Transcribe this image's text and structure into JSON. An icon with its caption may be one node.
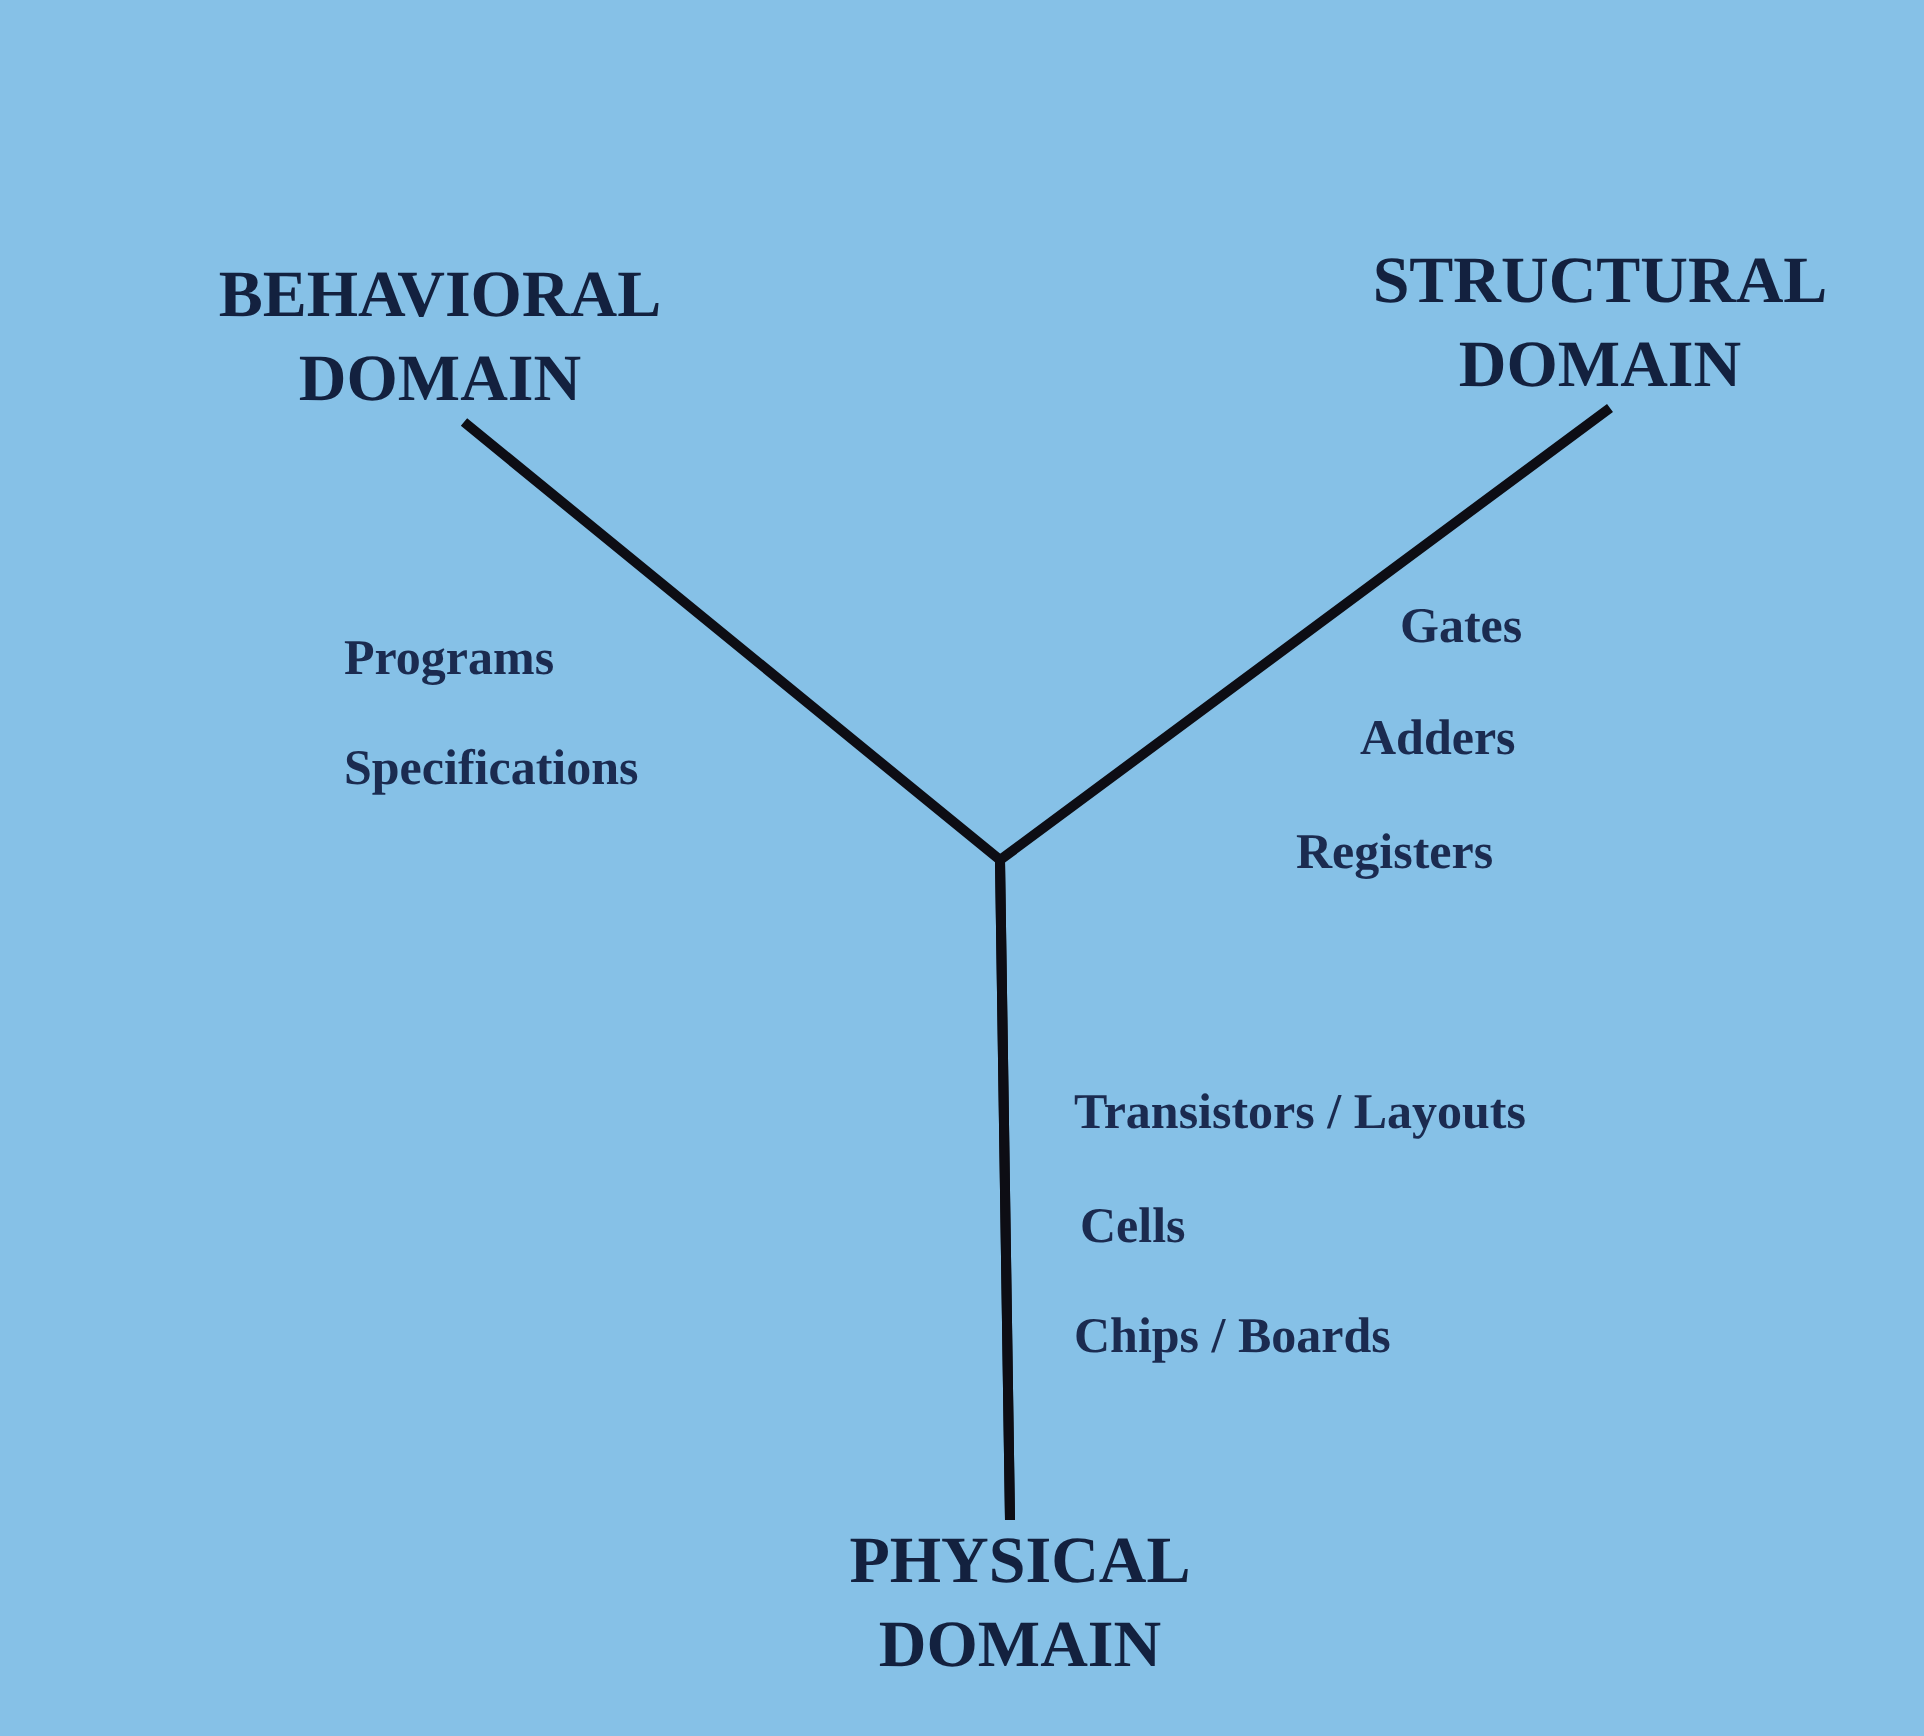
{
  "diagram": {
    "nodes": [
      {
        "text": [
          "BEHAVIORAL DOMAIN"
        ]
      },
      {
        "text": [
          "STRUCTURAL DOMAIN"
        ]
      },
      {
        "text": [
          "PHYSICAL DOMAIN"
        ]
      }
    ],
    "edges": [
      {
        "from": 0,
        "to": 2,
        "arrow": "none"
      },
      {
        "from": 1,
        "to": 2,
        "arrow": "none"
      }
    ],
    "labels": [
      "Programs",
      "Specifications",
      "Gates",
      "Adders",
      "Registers",
      "Transistors / Layouts",
      "Cells",
      "Chips / Boards"
    ]
  }
}
